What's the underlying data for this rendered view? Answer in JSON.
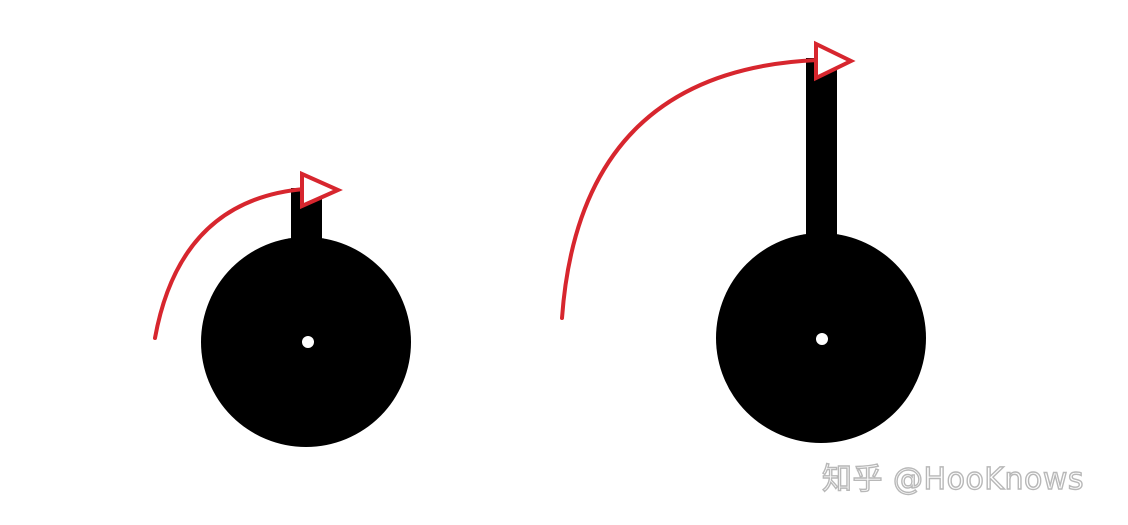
{
  "colors": {
    "background": "#ffffff",
    "body": "#000000",
    "pivot": "#ffffff",
    "arrow": "#d7262e",
    "watermark_outline": "#b8b8b8"
  },
  "figures": [
    {
      "name": "short-arm-figure",
      "icons": [
        "disc-icon",
        "arm-icon",
        "pivot-icon",
        "rotation-arc-icon",
        "arrowhead-icon"
      ]
    },
    {
      "name": "long-arm-figure",
      "icons": [
        "disc-icon",
        "arm-icon",
        "pivot-icon",
        "rotation-arc-icon",
        "arrowhead-icon"
      ]
    }
  ],
  "watermark": {
    "text": "知乎 @HooKnows"
  }
}
